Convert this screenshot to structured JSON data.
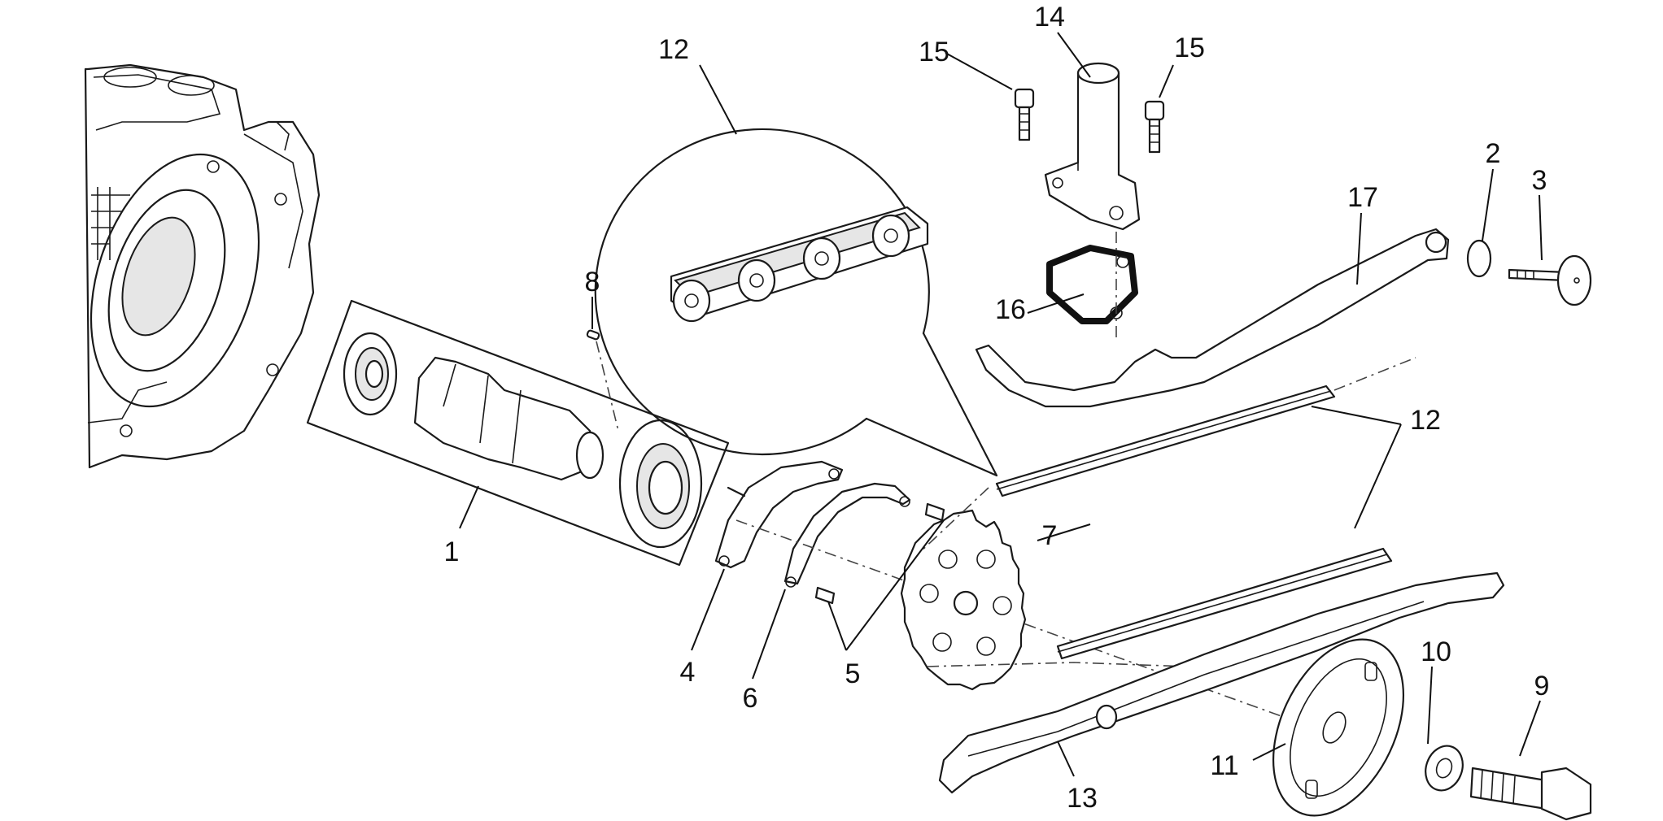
{
  "diagram": {
    "callouts": [
      {
        "id": "c1",
        "text": "1"
      },
      {
        "id": "c2",
        "text": "2"
      },
      {
        "id": "c3",
        "text": "3"
      },
      {
        "id": "c4",
        "text": "4"
      },
      {
        "id": "c5",
        "text": "5"
      },
      {
        "id": "c6",
        "text": "6"
      },
      {
        "id": "c7",
        "text": "7"
      },
      {
        "id": "c8",
        "text": "8"
      },
      {
        "id": "c9",
        "text": "9"
      },
      {
        "id": "c10",
        "text": "10"
      },
      {
        "id": "c11",
        "text": "11"
      },
      {
        "id": "c12a",
        "text": "12"
      },
      {
        "id": "c12b",
        "text": "12"
      },
      {
        "id": "c13",
        "text": "13"
      },
      {
        "id": "c14",
        "text": "14"
      },
      {
        "id": "c15a",
        "text": "15"
      },
      {
        "id": "c15b",
        "text": "15"
      },
      {
        "id": "c16",
        "text": "16"
      },
      {
        "id": "c17",
        "text": "17"
      }
    ]
  }
}
